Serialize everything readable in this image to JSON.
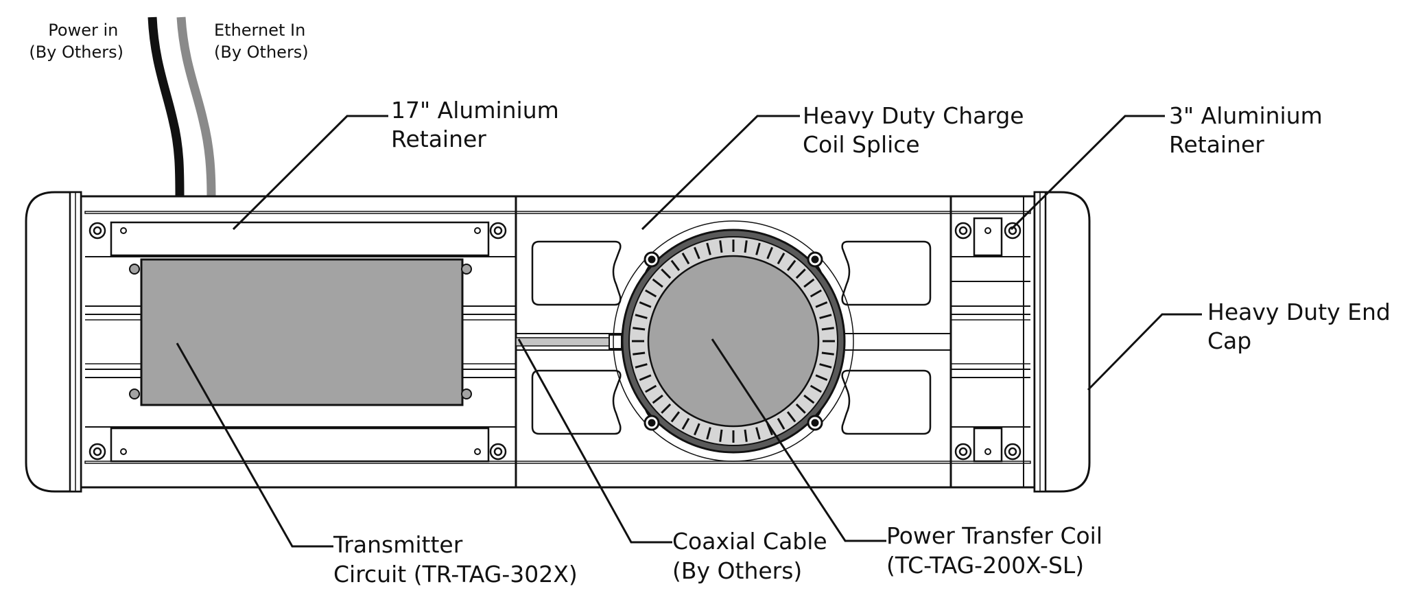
{
  "labels": {
    "power_in": {
      "line1": "Power in",
      "line2": "(By Others)"
    },
    "ethernet_in": {
      "line1": "Ethernet In",
      "line2": "(By Others)"
    },
    "retainer_17": {
      "line1": "17\" Aluminium",
      "line2": "Retainer"
    },
    "charge_coil_splice": {
      "line1": "Heavy Duty Charge",
      "line2": "Coil Splice"
    },
    "retainer_3": {
      "line1": "3\" Aluminium",
      "line2": "Retainer"
    },
    "end_cap": {
      "line1": "Heavy Duty End",
      "line2": "Cap"
    },
    "transmitter_circuit": {
      "line1": "Transmitter",
      "line2": "Circuit (TR-TAG-302X)"
    },
    "coaxial_cable": {
      "line1": "Coaxial Cable",
      "line2": "(By Others)"
    },
    "power_transfer_coil": {
      "line1": "Power Transfer Coil",
      "line2": "(TC-TAG-200X-SL)"
    }
  },
  "colors": {
    "outline": "#111111",
    "component_fill": "#a3a3a3",
    "power_cable": "#111111",
    "ethernet_cable": "#8a8a8a"
  }
}
